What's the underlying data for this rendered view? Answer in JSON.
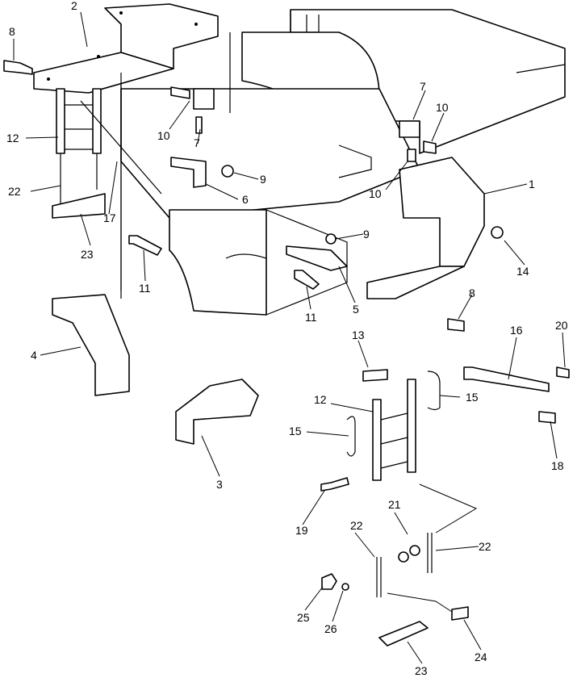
{
  "callouts": [
    {
      "id": "c2",
      "text": "2"
    },
    {
      "id": "c8a",
      "text": "8"
    },
    {
      "id": "c12a",
      "text": "12"
    },
    {
      "id": "c22a",
      "text": "22"
    },
    {
      "id": "c23a",
      "text": "23"
    },
    {
      "id": "c17",
      "text": "17"
    },
    {
      "id": "c10a",
      "text": "10"
    },
    {
      "id": "c7a",
      "text": "7"
    },
    {
      "id": "c9a",
      "text": "9"
    },
    {
      "id": "c6",
      "text": "6"
    },
    {
      "id": "c11a",
      "text": "11"
    },
    {
      "id": "c4",
      "text": "4"
    },
    {
      "id": "c7b",
      "text": "7"
    },
    {
      "id": "c10b",
      "text": "10"
    },
    {
      "id": "c10c",
      "text": "10"
    },
    {
      "id": "c1",
      "text": "1"
    },
    {
      "id": "c9b",
      "text": "9"
    },
    {
      "id": "c14",
      "text": "14"
    },
    {
      "id": "c11b",
      "text": "11"
    },
    {
      "id": "c5",
      "text": "5"
    },
    {
      "id": "c8b",
      "text": "8"
    },
    {
      "id": "c13",
      "text": "13"
    },
    {
      "id": "c16",
      "text": "16"
    },
    {
      "id": "c20",
      "text": "20"
    },
    {
      "id": "c15a",
      "text": "15"
    },
    {
      "id": "c12b",
      "text": "12"
    },
    {
      "id": "c15b",
      "text": "15"
    },
    {
      "id": "c18",
      "text": "18"
    },
    {
      "id": "c3",
      "text": "3"
    },
    {
      "id": "c19",
      "text": "19"
    },
    {
      "id": "c21",
      "text": "21"
    },
    {
      "id": "c22b",
      "text": "22"
    },
    {
      "id": "c22c",
      "text": "22"
    },
    {
      "id": "c25",
      "text": "25"
    },
    {
      "id": "c26",
      "text": "26"
    },
    {
      "id": "c24",
      "text": "24"
    },
    {
      "id": "c23b",
      "text": "23"
    }
  ]
}
